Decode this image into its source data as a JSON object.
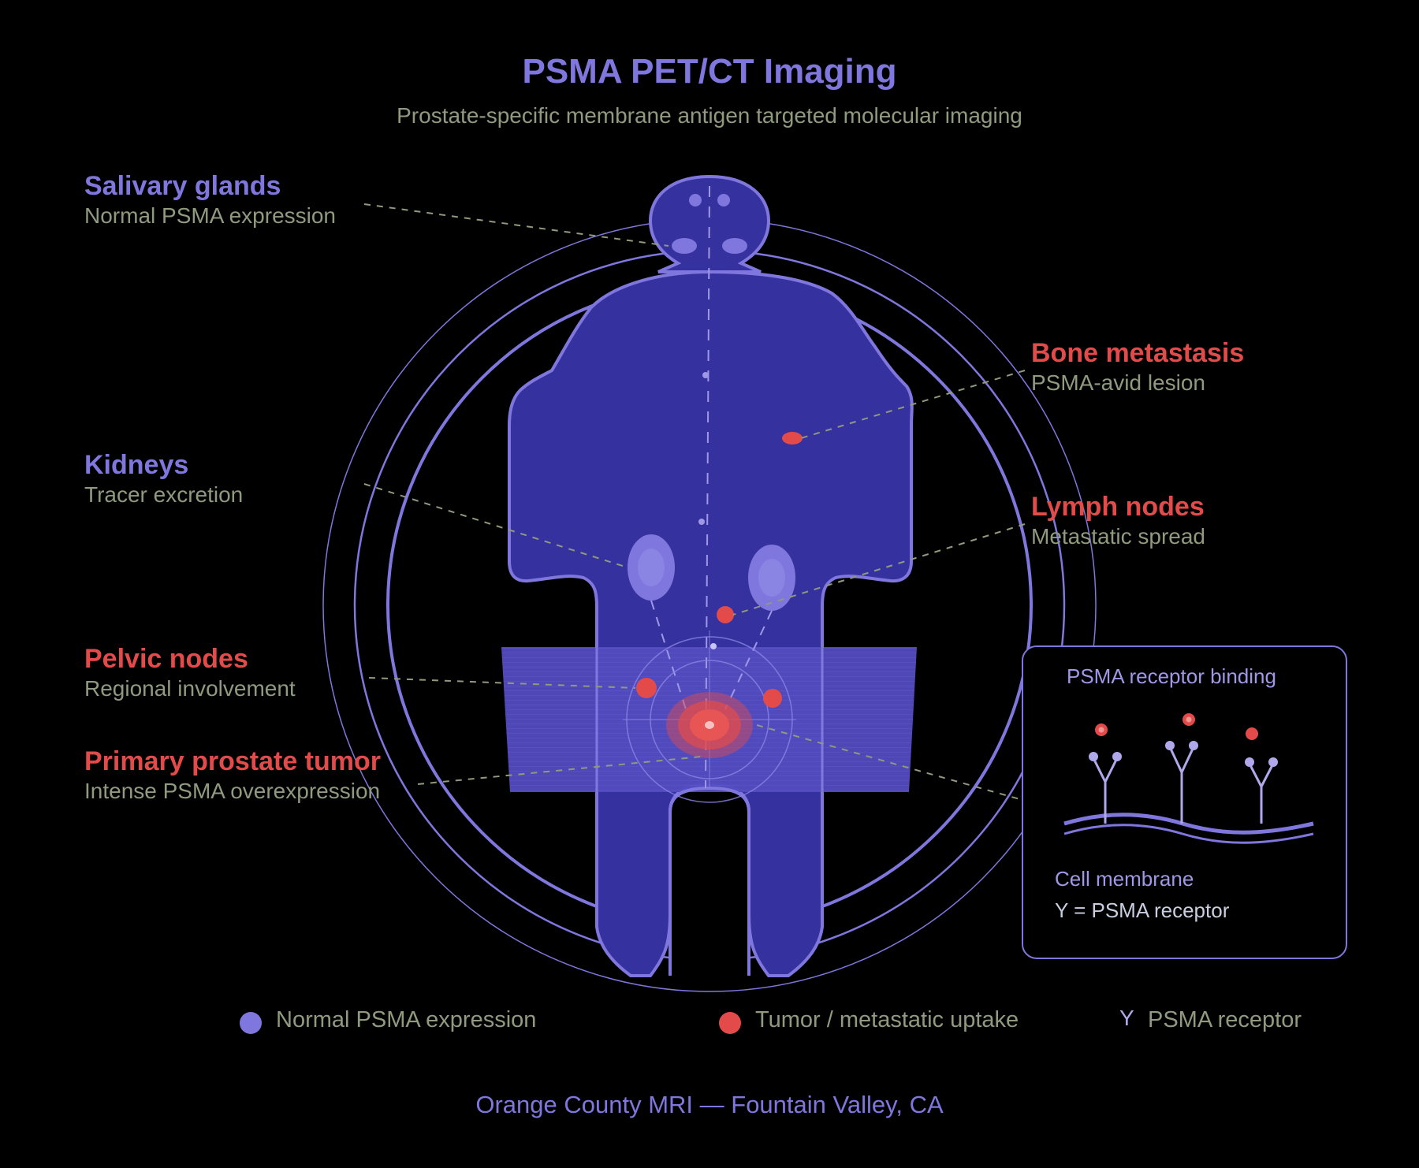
{
  "header": {
    "title": "PSMA PET/CT Imaging",
    "subtitle": "Prostate-specific membrane antigen targeted molecular imaging"
  },
  "colors": {
    "background": "#000000",
    "normal_uptake": "#7f77dd",
    "body_fill": "#3532a0",
    "tumor": "#e24b4a",
    "subtext": "#8f9a7e",
    "receptor": "#afa9ec"
  },
  "annotations": {
    "left": [
      {
        "title": "Salivary glands",
        "desc": "Normal PSMA expression",
        "type": "normal"
      },
      {
        "title": "Kidneys",
        "desc": "Tracer excretion",
        "type": "normal"
      },
      {
        "title": "Pelvic nodes",
        "desc": "Regional involvement",
        "type": "tumor"
      },
      {
        "title": "Primary prostate tumor",
        "desc": "Intense PSMA overexpression",
        "type": "tumor"
      }
    ],
    "right": [
      {
        "title": "Bone metastasis",
        "desc": "PSMA-avid lesion",
        "type": "tumor"
      },
      {
        "title": "Lymph nodes",
        "desc": "Metastatic spread",
        "type": "tumor"
      }
    ]
  },
  "inset": {
    "title": "PSMA receptor binding",
    "caption_line1": "Cell membrane",
    "caption_line2": "Y = PSMA receptor"
  },
  "legend": [
    {
      "icon": "purple-dot-icon",
      "label": "Normal PSMA expression"
    },
    {
      "icon": "red-dot-icon",
      "label": "Tumor / metastatic uptake"
    },
    {
      "icon": "receptor-y-icon",
      "glyph": "Y",
      "label": "PSMA receptor"
    }
  ],
  "footer": {
    "text": "Orange County MRI — Fountain Valley, CA"
  }
}
